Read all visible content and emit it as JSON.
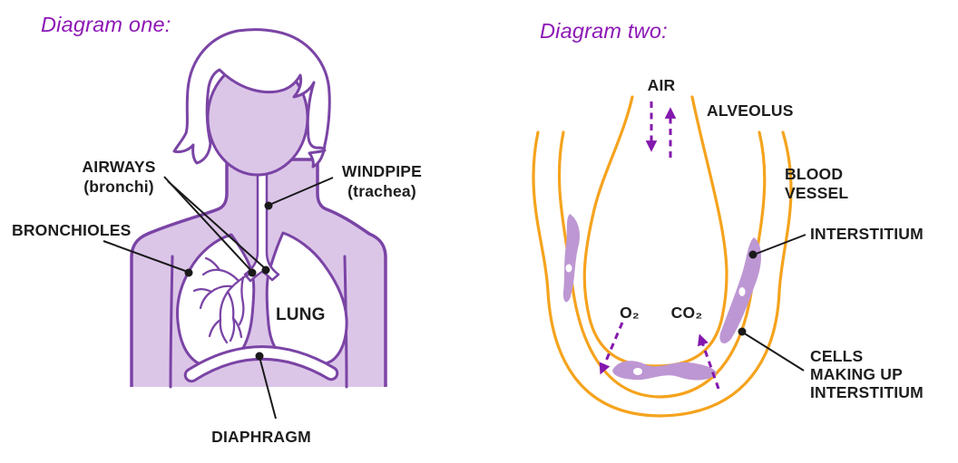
{
  "diagram_one": {
    "title": "Diagram one:",
    "labels": {
      "airways": "AIRWAYS",
      "airways_sub": "(bronchi)",
      "bronchioles": "BRONCHIOLES",
      "windpipe": "WINDPIPE",
      "windpipe_sub": "(trachea)",
      "lung": "LUNG",
      "diaphragm": "DIAPHRAGM"
    }
  },
  "diagram_two": {
    "title": "Diagram two:",
    "labels": {
      "air": "AIR",
      "alveolus": "ALVEOLUS",
      "blood_vessel": [
        "BLOOD",
        "VESSEL"
      ],
      "interstitium": "INTERSTITIUM",
      "o2": "O₂",
      "co2": "CO₂",
      "cells": [
        "CELLS",
        "MAKING UP",
        "INTERSTITIUM"
      ]
    }
  },
  "colors": {
    "title_purple": "#8d17b5",
    "outline_purple": "#7a44a5",
    "body_fill": "#dcc6e8",
    "orange_wall": "#f5a31d",
    "cell_fill": "#bd97d3",
    "arrow_purple": "#8418ad",
    "label_text": "#1d1d1d"
  }
}
